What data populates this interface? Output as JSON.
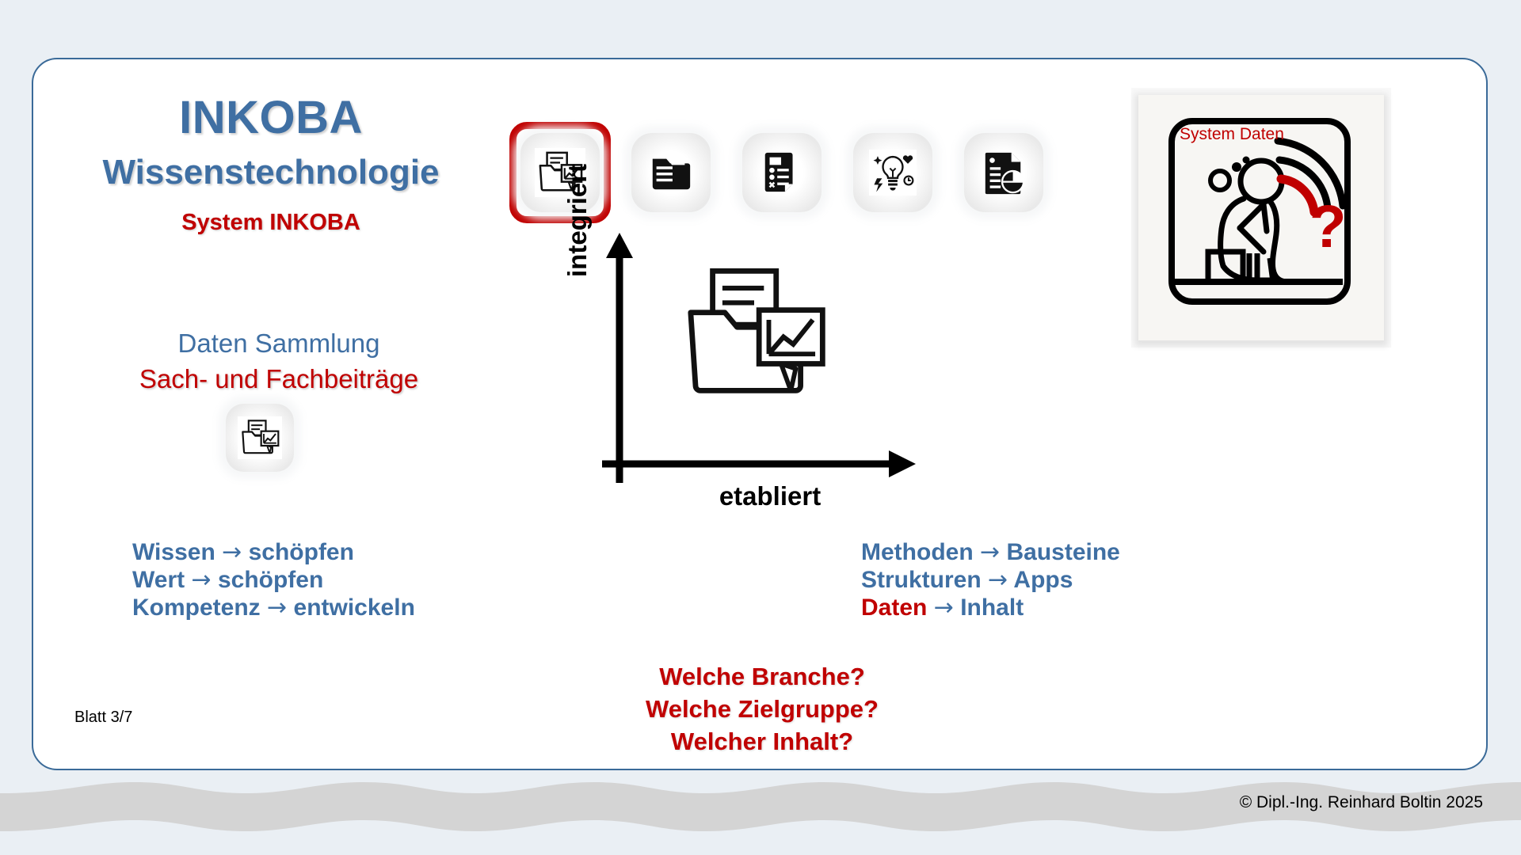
{
  "slide": {
    "title": "INKOBA",
    "subtitle": "Wissenstechnologie",
    "system_label": "System INKOBA",
    "mid_line_blue": "Daten Sammlung",
    "mid_line_red": "Sach- und Fachbeiträge",
    "sheet_number": "Blatt 3/7",
    "copyright": "© Dipl.-Ing. Reinhard Boltin 2025"
  },
  "left_bullets": [
    {
      "term": "Wissen",
      "arrow": "→",
      "value": "schöpfen"
    },
    {
      "term": "Wert",
      "arrow": "→",
      "value": "schöpfen"
    },
    {
      "term": "Kompetenz",
      "arrow": "→",
      "value": "entwickeln"
    }
  ],
  "right_bullets": [
    {
      "term": "Methoden",
      "arrow": "→",
      "value": "Bausteine",
      "term_color": "blue"
    },
    {
      "term": "Strukturen",
      "arrow": "→",
      "value": "Apps",
      "term_color": "blue"
    },
    {
      "term": "Daten",
      "arrow": "→",
      "value": "Inhalt",
      "term_color": "red"
    }
  ],
  "icon_row": [
    {
      "name": "folder-chart-icon",
      "highlighted": true
    },
    {
      "name": "folder-documents-icon",
      "highlighted": false
    },
    {
      "name": "checklist-document-icon",
      "highlighted": false
    },
    {
      "name": "lightbulb-idea-icon",
      "highlighted": false
    },
    {
      "name": "document-pie-chart-icon",
      "highlighted": false
    }
  ],
  "chart_data": {
    "type": "scatter",
    "title": "",
    "xlabel": "etabliert",
    "ylabel": "integriert",
    "grid": false,
    "legend": null,
    "axes_style": "arrow-axes-quadrant",
    "items": [
      {
        "label": "folder-chart-icon",
        "x": 0.5,
        "y": 0.72
      }
    ]
  },
  "questions": [
    "Welche Branche?",
    "Welche Zielgruppe?",
    "Welcher Inhalt?"
  ],
  "thinker": {
    "label": "System Daten",
    "question_mark": "?"
  },
  "colors": {
    "blue": "#3f6fa3",
    "red": "#c00000",
    "page_bg": "#eaeff4",
    "card_bg": "#ffffff",
    "card_border": "#3a6a98",
    "wave": "#d4d4d4",
    "chip_bg": "#f6f7f8"
  }
}
